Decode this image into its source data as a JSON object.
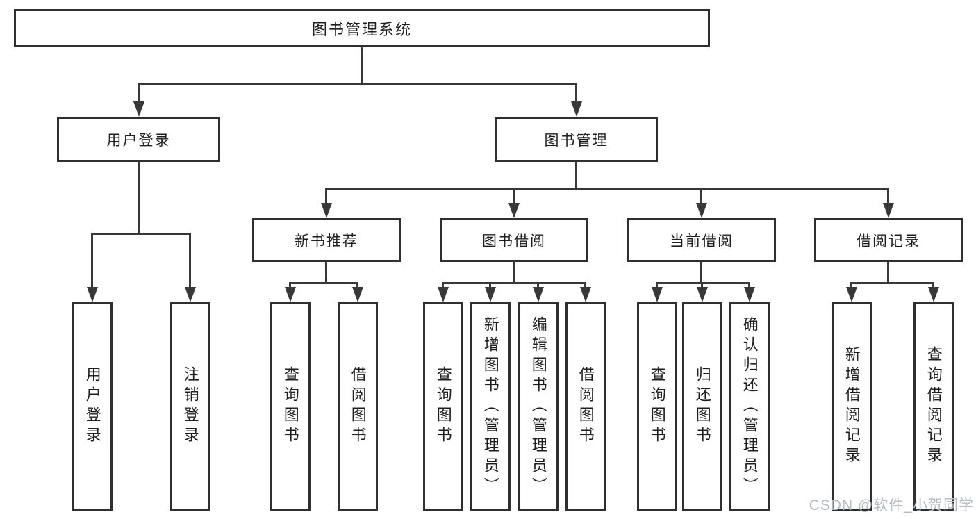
{
  "colors": {
    "line": "#383838",
    "box_border": "#2f2f2f",
    "text": "#1f1f1f",
    "watermark": "#b7bbc3",
    "background": "#ffffff"
  },
  "watermark": {
    "text": "CSDN @软件_小贺同学"
  },
  "tree": {
    "root": {
      "label": "图书管理系统",
      "children": [
        {
          "label": "用户登录",
          "children": [
            {
              "label": "用户登录"
            },
            {
              "label": "注销登录"
            }
          ]
        },
        {
          "label": "图书管理",
          "children": [
            {
              "label": "新书推荐",
              "children": [
                {
                  "label": "查询图书"
                },
                {
                  "label": "借阅图书"
                }
              ]
            },
            {
              "label": "图书借阅",
              "children": [
                {
                  "label": "查询图书"
                },
                {
                  "label": "新增图书（管理员）"
                },
                {
                  "label": "编辑图书（管理员）"
                },
                {
                  "label": "借阅图书"
                }
              ]
            },
            {
              "label": "当前借阅",
              "children": [
                {
                  "label": "查询图书"
                },
                {
                  "label": "归还图书"
                },
                {
                  "label": "确认归还（管理员）"
                }
              ]
            },
            {
              "label": "借阅记录",
              "children": [
                {
                  "label": "新增借阅记录"
                },
                {
                  "label": "查询借阅记录"
                }
              ]
            }
          ]
        }
      ]
    }
  }
}
